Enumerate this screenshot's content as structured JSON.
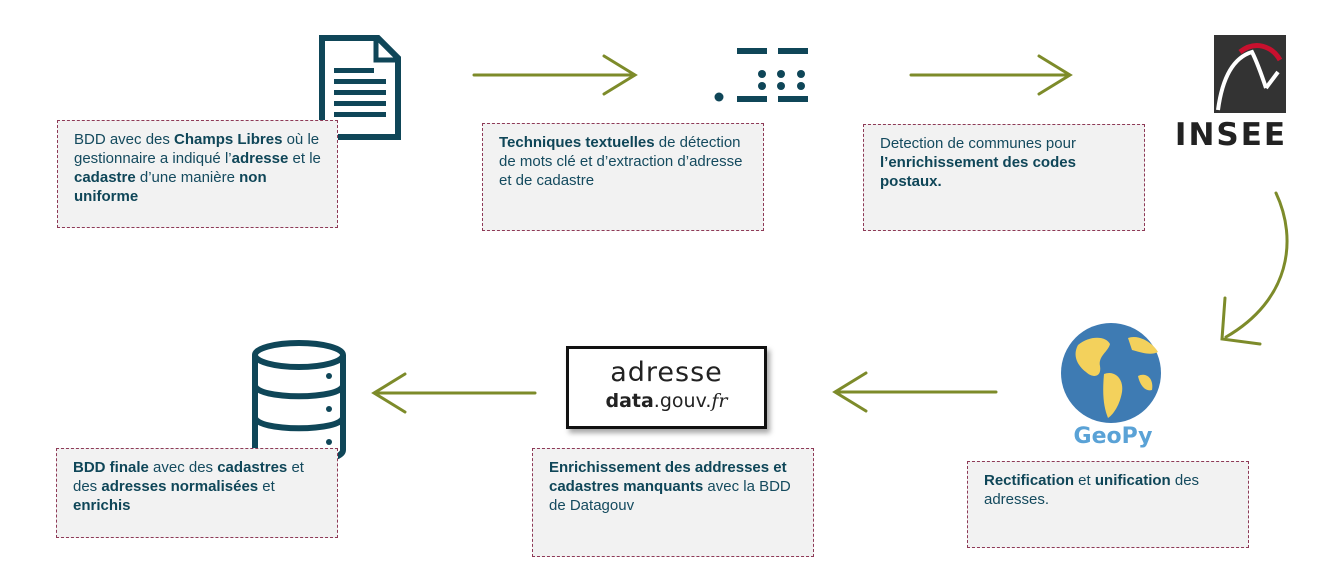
{
  "boxes": {
    "b1": [
      {
        "t": "BDD avec des ",
        "b": false
      },
      {
        "t": "Champs Libres",
        "b": true
      },
      {
        "t": " où le gestionnaire a indiqué l’",
        "b": false
      },
      {
        "t": "adresse",
        "b": true
      },
      {
        "t": " et le ",
        "b": false
      },
      {
        "t": "cadastre",
        "b": true
      },
      {
        "t": " d’une manière ",
        "b": false
      },
      {
        "t": "non uniforme",
        "b": true
      }
    ],
    "b2": [
      {
        "t": "Techniques textuelles",
        "b": true
      },
      {
        "t": " de détection de mots clé et d’extraction d’adresse et de cadastre",
        "b": false
      }
    ],
    "b3": [
      {
        "t": "Detection de communes pour ",
        "b": false
      },
      {
        "t": "l’enrichissement des codes postaux.",
        "b": true
      }
    ],
    "b4": [
      {
        "t": "Rectification",
        "b": true
      },
      {
        "t": " et ",
        "b": false
      },
      {
        "t": "unification",
        "b": true
      },
      {
        "t": " des adresses.",
        "b": false
      }
    ],
    "b5": [
      {
        "t": "Enrichissement des addresses et cadastres manquants",
        "b": true
      },
      {
        "t": " avec la BDD de Datagouv",
        "b": false
      }
    ],
    "b6": [
      {
        "t": "BDD finale",
        "b": true
      },
      {
        "t": " avec des ",
        "b": false
      },
      {
        "t": "cadastres",
        "b": true
      },
      {
        "t": " et des ",
        "b": false
      },
      {
        "t": "adresses normalisées",
        "b": true
      },
      {
        "t": " et ",
        "b": false
      },
      {
        "t": "enrichis",
        "b": true
      }
    ]
  },
  "logos": {
    "insee": "INSEE",
    "geopy": "GeoPy",
    "adresse_line1": "adresse",
    "adresse_data": "data",
    "adresse_dot1": ".",
    "adresse_gouv": "gouv",
    "adresse_dot2": ".",
    "adresse_fr": "fr"
  },
  "colors": {
    "arrow": "#7d8b2a",
    "text": "#144a5e",
    "box_border": "#8e3a57",
    "box_bg": "#f2f2f2",
    "icon": "#0f4658"
  },
  "icons": [
    "document-icon",
    "text-extraction-icon",
    "insee-logo",
    "globe-icon",
    "adresse-data-gouv-logo",
    "database-icon"
  ]
}
